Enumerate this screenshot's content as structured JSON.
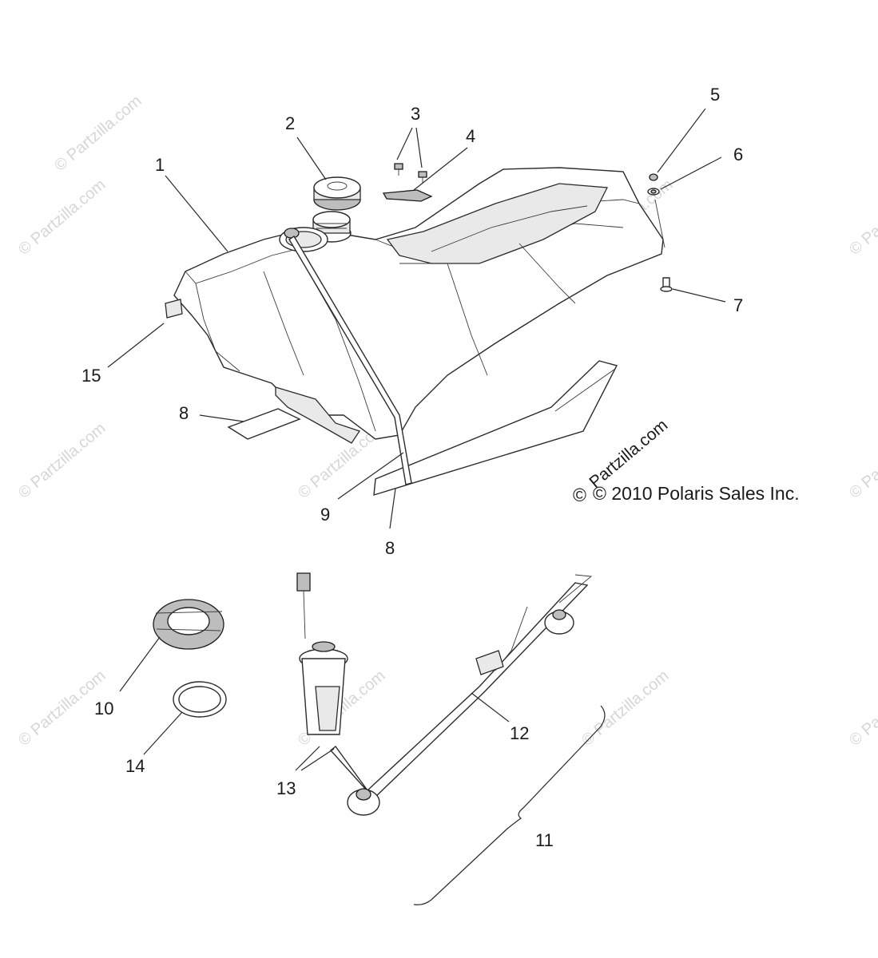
{
  "callouts": {
    "c1": "1",
    "c2": "2",
    "c3": "3",
    "c4": "4",
    "c5": "5",
    "c6": "6",
    "c7": "7",
    "c8a": "8",
    "c8b": "8",
    "c9": "9",
    "c10": "10",
    "c11": "11",
    "c12": "12",
    "c13": "13",
    "c14": "14",
    "c15": "15"
  },
  "copyright": "© 2010 Polaris Sales Inc.",
  "copyright_symbol": "©",
  "site_mark": "Partzilla.com",
  "watermark": "© Partzilla.com",
  "colors": {
    "line": "#2b2b2b",
    "watermark": "#d6d6d6",
    "background": "#ffffff"
  }
}
